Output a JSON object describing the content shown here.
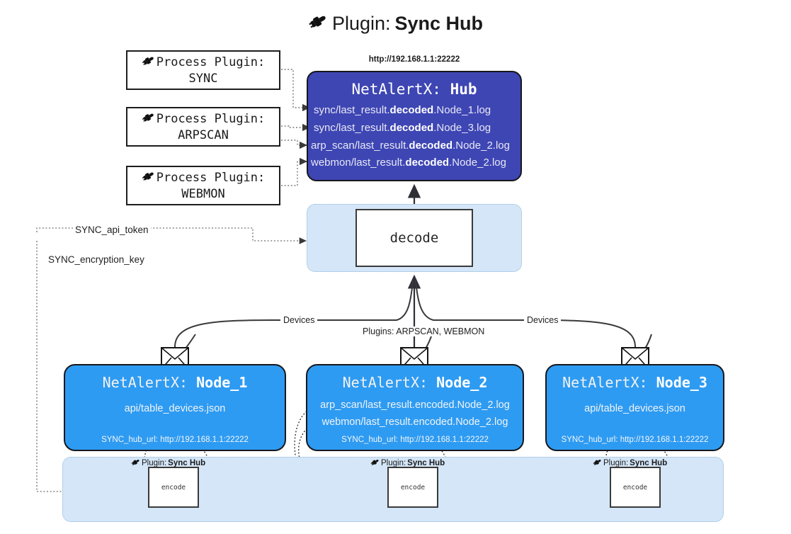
{
  "title": {
    "icon": "plug-icon",
    "prefix": "Plugin:",
    "name": "Sync Hub"
  },
  "process_plugins": [
    {
      "icon": "plug-icon",
      "line1": "Process Plugin:",
      "line2": "SYNC"
    },
    {
      "icon": "plug-icon",
      "line1": "Process Plugin:",
      "line2": "ARPSCAN"
    },
    {
      "icon": "plug-icon",
      "line1": "Process Plugin:",
      "line2": "WEBMON"
    }
  ],
  "hub": {
    "url": "http://192.168.1.1:22222",
    "title_prefix": "NetAlertX:",
    "title_name": "Hub",
    "color": "#3e46b4",
    "lines": [
      {
        "pre": "sync/last_result.",
        "bold": "decoded",
        "post": ".Node_1.log"
      },
      {
        "pre": "sync/last_result.",
        "bold": "decoded",
        "post": ".Node_3.log"
      },
      {
        "pre": "arp_scan/last_result.",
        "bold": "decoded",
        "post": ".Node_2.log"
      },
      {
        "pre": "webmon/last_result.",
        "bold": "decoded",
        "post": ".Node_2.log"
      }
    ]
  },
  "decode": {
    "label": "decode",
    "band_color": "#d4e6f8"
  },
  "keys": [
    {
      "label": "SYNC_api_token"
    },
    {
      "label": "SYNC_encryption_key"
    }
  ],
  "edge_labels": {
    "left_devices": "Devices",
    "right_devices": "Devices",
    "center_plugins": "Plugins: ARPSCAN, WEBMON"
  },
  "nodes": [
    {
      "icon": "envelope-icon",
      "title_prefix": "NetAlertX:",
      "title_name": "Node_1",
      "color": "#2e9bf2",
      "lines": [
        "api/table_devices.json"
      ],
      "url_label": "SYNC_hub_url: http://192.168.1.1:22222"
    },
    {
      "icon": "envelope-icon",
      "title_prefix": "NetAlertX:",
      "title_name": "Node_2",
      "color": "#2e9bf2",
      "lines": [
        "arp_scan/last_result.encoded.Node_2.log",
        "webmon/last_result.encoded.Node_2.log"
      ],
      "url_label": "SYNC_hub_url: http://192.168.1.1:22222"
    },
    {
      "icon": "envelope-icon",
      "title_prefix": "NetAlertX:",
      "title_name": "Node_3",
      "color": "#2e9bf2",
      "lines": [
        "api/table_devices.json"
      ],
      "url_label": "SYNC_hub_url: http://192.168.1.1:22222"
    }
  ],
  "encoders": [
    {
      "caption_prefix": "Plugin:",
      "caption_name": "Sync Hub",
      "label": "encode",
      "icon": "plug-icon"
    },
    {
      "caption_prefix": "Plugin:",
      "caption_name": "Sync Hub",
      "label": "encode",
      "icon": "plug-icon"
    },
    {
      "caption_prefix": "Plugin:",
      "caption_name": "Sync Hub",
      "label": "encode",
      "icon": "plug-icon"
    }
  ]
}
